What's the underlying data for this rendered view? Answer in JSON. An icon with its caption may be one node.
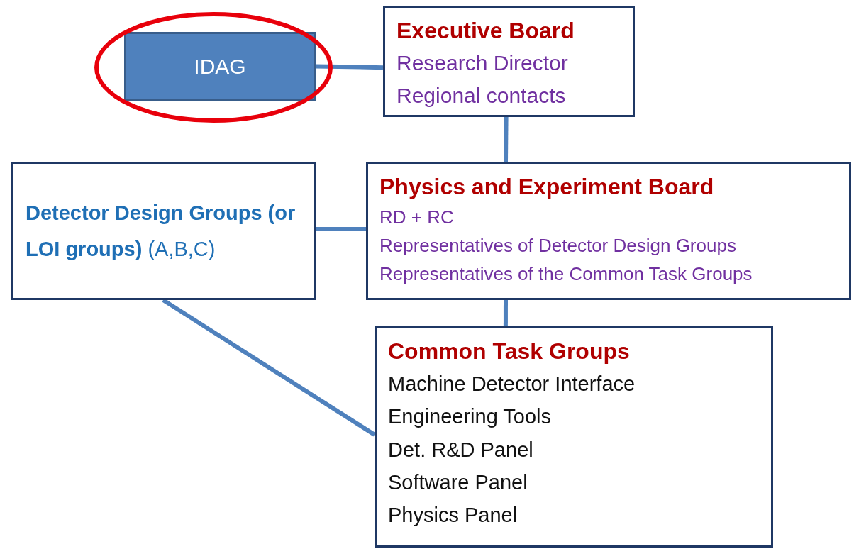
{
  "diagram": {
    "nodes": [
      {
        "text": [
          "IDAG"
        ]
      },
      {
        "text": [
          "Executive Board",
          "Research Director",
          "Regional contacts"
        ]
      },
      {
        "text": [
          "**Detector Design Groups (or LOI groups)** (A,B,C)"
        ]
      },
      {
        "text": [
          "Physics and Experiment Board",
          "RD + RC",
          "Representatives of Detector Design Groups",
          "Representatives of the Common Task Groups"
        ]
      },
      {
        "text": [
          "Common Task Groups",
          "Machine Detector Interface",
          "Engineering Tools",
          "Det. R&D Panel",
          "Software Panel",
          "Physics Panel"
        ]
      }
    ],
    "edges": [
      {
        "from": 0,
        "to": 1,
        "arrow": "none"
      },
      {
        "from": 1,
        "to": 3,
        "arrow": "none"
      },
      {
        "from": 2,
        "to": 3,
        "arrow": "none"
      },
      {
        "from": 3,
        "to": 4,
        "arrow": "none"
      },
      {
        "from": 2,
        "to": 4,
        "arrow": "none"
      }
    ]
  }
}
